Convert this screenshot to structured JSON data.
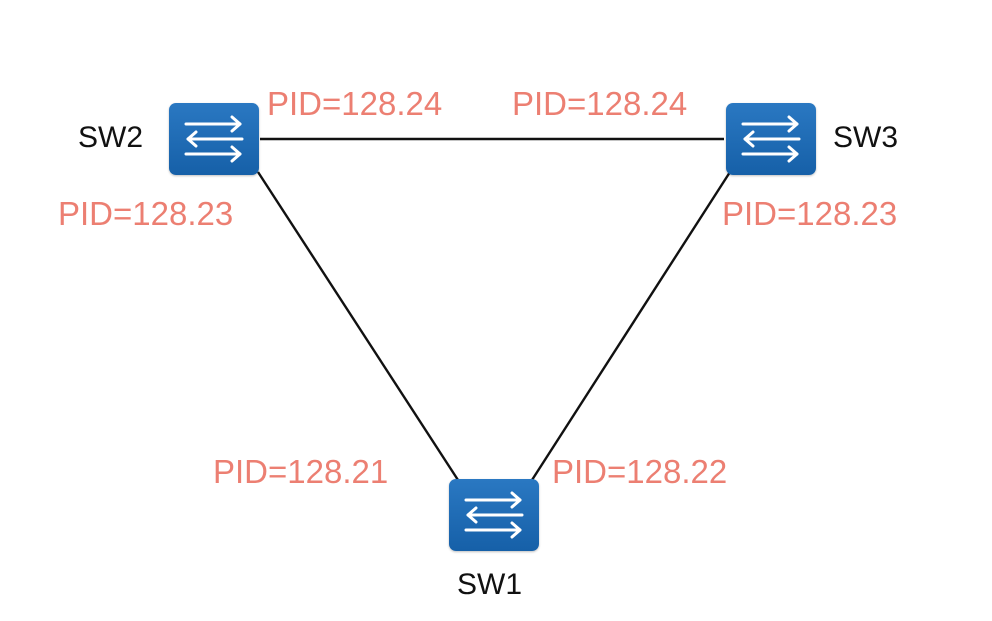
{
  "colors": {
    "pid_text": "#ec7f72",
    "switch_fill": "#1f6db5",
    "link": "#111111"
  },
  "switches": {
    "sw1": {
      "label": "SW1",
      "icon": "switch-icon"
    },
    "sw2": {
      "label": "SW2",
      "icon": "switch-icon"
    },
    "sw3": {
      "label": "SW3",
      "icon": "switch-icon"
    }
  },
  "links": [
    {
      "from": "sw2",
      "to": "sw3"
    },
    {
      "from": "sw2",
      "to": "sw1"
    },
    {
      "from": "sw3",
      "to": "sw1"
    }
  ],
  "port_ids": {
    "sw2_to_sw3": "PID=128.24",
    "sw3_to_sw2": "PID=128.24",
    "sw2_to_sw1": "PID=128.23",
    "sw3_to_sw1": "PID=128.23",
    "sw1_to_sw2": "PID=128.21",
    "sw1_to_sw3": "PID=128.22"
  }
}
